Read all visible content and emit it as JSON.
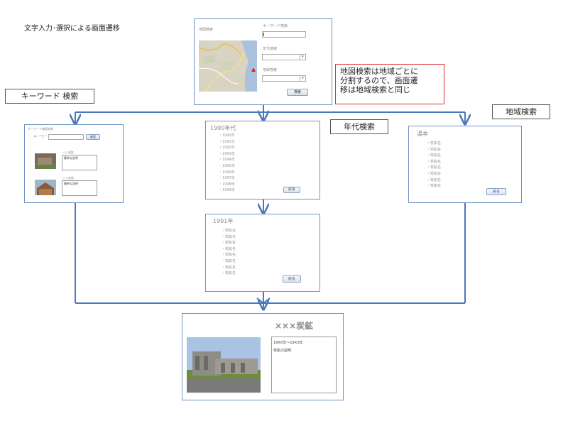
{
  "page_title": "文字入力･選択による画面遷移",
  "labels": {
    "keyword": "キーワード 検索",
    "era": "年代検索",
    "region": "地域検索"
  },
  "note": [
    "地図検索は地域ごとに",
    "分割するので、画面遷",
    "移は地域検索と同じ"
  ],
  "top_panel": {
    "map_label": "地図検索",
    "keyword_label": "キーワード検索",
    "era_label": "年代検索",
    "region_label": "地域検索",
    "search_button": "検索"
  },
  "keyword_panel": {
    "header": "キーワード検索結果",
    "field_label": "キーワード",
    "search_button": "検索",
    "results": [
      {
        "name": "○○炭鉱",
        "desc": "簡単な説明"
      },
      {
        "name": "○○炭鉱",
        "desc": "簡単な説明"
      }
    ]
  },
  "era_panel": {
    "title": "1990年代",
    "items": [
      "・1990年",
      "・1991年",
      "・1992年",
      "・1993年",
      "・1994年",
      "・1995年",
      "・1996年",
      "・1997年",
      "・1998年",
      "・1999年"
    ],
    "back_button": "戻る"
  },
  "region_panel": {
    "title": "湯本",
    "items": [
      "・炭鉱名",
      "・炭鉱名",
      "・炭鉱名",
      "・炭鉱名",
      "・炭鉱名",
      "・炭鉱名",
      "・炭鉱名",
      "・炭鉱名"
    ],
    "back_button": "戻る"
  },
  "year_panel": {
    "title": "1991年",
    "items": [
      "・炭鉱名",
      "・炭鉱名",
      "・炭鉱名",
      "・炭鉱名",
      "・炭鉱名",
      "・炭鉱名",
      "・炭鉱名",
      "・炭鉱名"
    ],
    "back_button": "戻る"
  },
  "detail_panel": {
    "title": "×××炭鉱",
    "period": "19XX年～19XX年",
    "desc": "炭鉱の説明"
  },
  "colors": {
    "arrow": "#4a78b8",
    "panel_border": "#6f93c6",
    "note_border": "#e03030"
  }
}
